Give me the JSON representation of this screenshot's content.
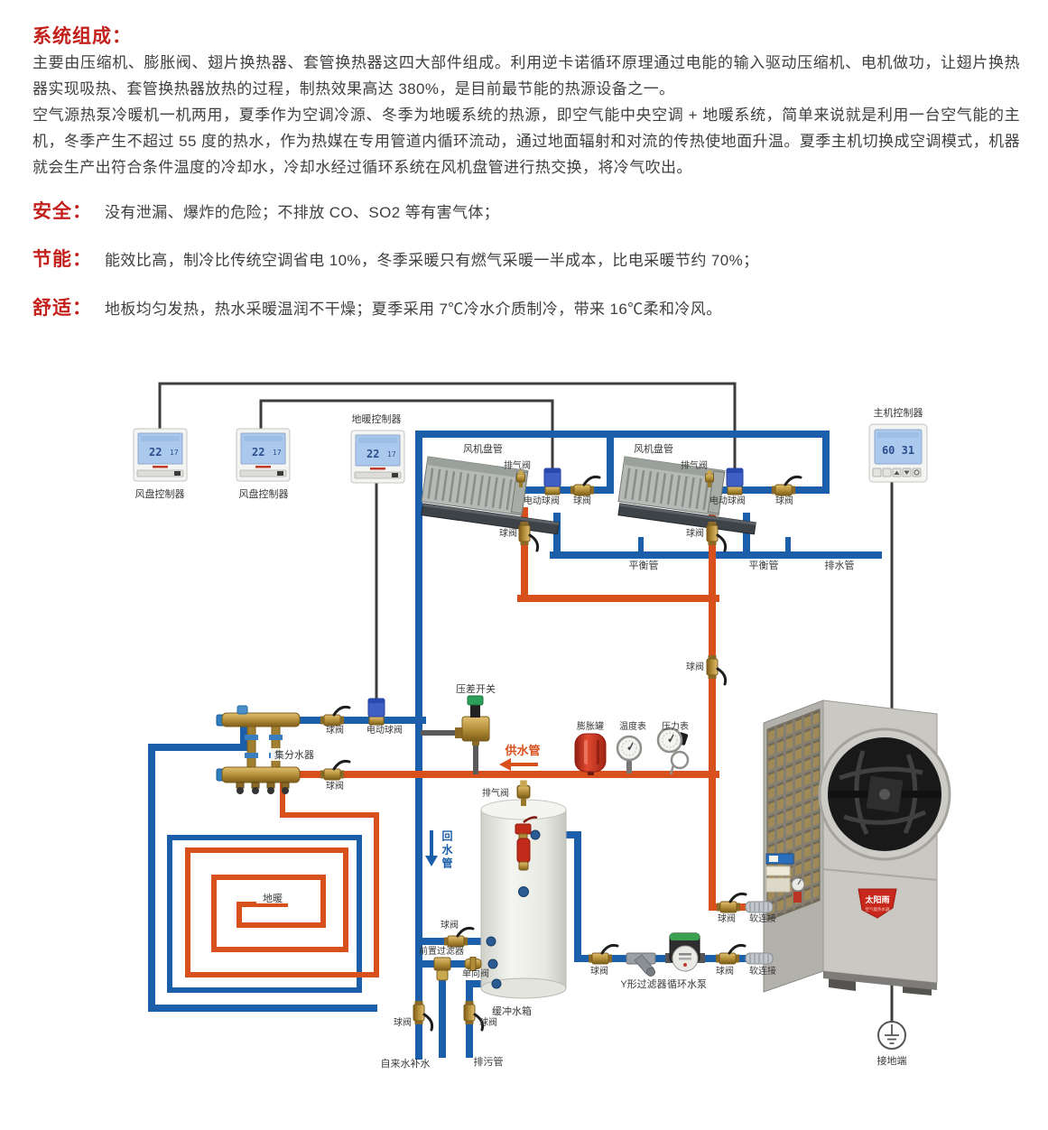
{
  "header": {
    "title": "系统组成：",
    "paragraphs": [
      "主要由压缩机、膨胀阀、翅片换热器、套管换热器这四大部件组成。利用逆卡诺循环原理通过电能的输入驱动压缩机、电机做功，让翅片换热器实现吸热、套管换热器放热的过程，制热效果高达 380%，是目前最节能的热源设备之一。",
      "空气源热泵冷暖机一机两用，夏季作为空调冷源、冬季为地暖系统的热源，即空气能中央空调 + 地暖系统，简单来说就是利用一台空气能的主机，冬季产生不超过 55 度的热水，作为热媒在专用管道内循环流动，通过地面辐射和对流的传热使地面升温。夏季主机切换成空调模式，机器就会生产出符合条件温度的冷却水，冷却水经过循环系统在风机盘管进行热交换，将冷气吹出。"
    ],
    "features": [
      {
        "label": "安全：",
        "text": "没有泄漏、爆炸的危险；不排放 CO、SO2 等有害气体；"
      },
      {
        "label": "节能：",
        "text": "能效比高，制冷比传统空调省电 10%，冬季采暖只有燃气采暖一半成本，比电采暖节约 70%；"
      },
      {
        "label": "舒适：",
        "text": "地板均匀发热，热水采暖温润不干燥；夏季采用 7℃冷水介质制冷，带来 16℃柔和冷风。"
      }
    ]
  },
  "diagram": {
    "controllers": {
      "fan_coil_1": "风盘控制器",
      "fan_coil_2": "风盘控制器",
      "floor": "地暖控制器",
      "main": "主机控制器",
      "thermostat_display": "22",
      "thermostat_display2": "17",
      "main_display": "60 31"
    },
    "labels": {
      "fan_coil_unit": "风机盘管",
      "vent_valve": "排气阀",
      "motor_valve": "电动球阀",
      "ball_valve": "球阀",
      "balance_pipe": "平衡管",
      "drain_pipe": "排水管",
      "supply_pipe": "供水管",
      "return_pipe": "回水管",
      "diff_pressure_switch": "压差开关",
      "expansion_tank": "膨胀罐",
      "temperature_gauge": "温度表",
      "pressure_gauge": "压力表",
      "manifold": "集分水器",
      "floor_heating": "地暖",
      "pre_filter": "前置过滤器",
      "check_valve": "单向阀",
      "buffer_tank": "缓冲水箱",
      "tap_water_makeup": "自来水补水",
      "blowdown_pipe": "排污管",
      "y_filter": "Y形过滤器",
      "circulation_pump": "循环水泵",
      "flex_connector": "软连接",
      "ground_terminal": "接地端"
    },
    "brand": {
      "name": "太阳雨",
      "tagline": "空气能热水器"
    }
  },
  "colors": {
    "accent_red": "#c3201c",
    "pipe_hot": "#d8511d",
    "pipe_cold": "#1b5ea9",
    "wire": "#3d3d3d"
  }
}
